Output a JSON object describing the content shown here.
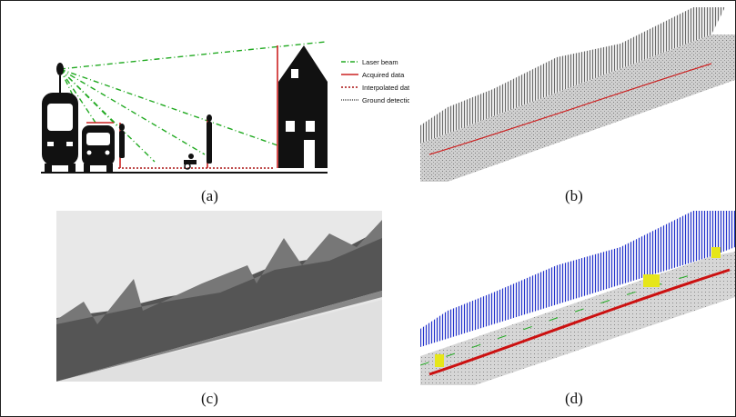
{
  "figure": {
    "panels": [
      {
        "id": "a",
        "caption": "(a)"
      },
      {
        "id": "b",
        "caption": "(b)"
      },
      {
        "id": "c",
        "caption": "(c)"
      },
      {
        "id": "d",
        "caption": "(d)"
      }
    ],
    "legend": {
      "laser_beam": "Laser beam",
      "acquired_data": "Acquired data",
      "interpolated_data": "Interpolated data",
      "ground_detection": "Ground detection"
    },
    "colors": {
      "laser_beam": "#22aa22",
      "acquired_data": "#cc2222",
      "interpolated_data": "#aa1111",
      "ground_detection": "#333333",
      "points_facade": "#2233cc",
      "points_ground": "#cc1111",
      "markers": "#e6e619"
    },
    "icons": [
      "lidar-sensor-icon",
      "bus-icon",
      "car-icon",
      "pedestrian-icon",
      "house-icon",
      "wheelchair-icon"
    ]
  }
}
